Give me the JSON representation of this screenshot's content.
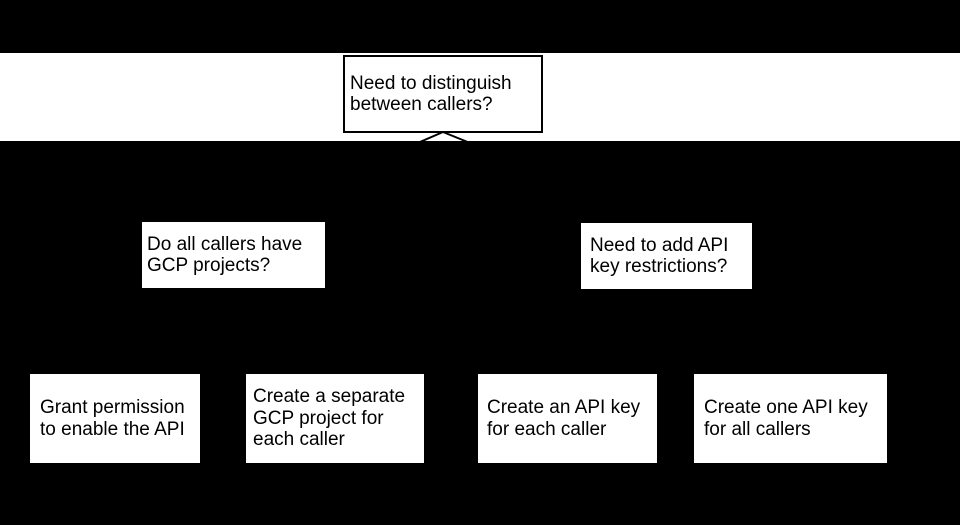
{
  "colors": {
    "background": "#000000",
    "band": "#ffffff",
    "node_fill": "#ffffff",
    "node_border": "#000000",
    "text": "#000000"
  },
  "flowchart": {
    "root": {
      "lines": [
        "Need to distinguish",
        "between callers?"
      ]
    },
    "branches": [
      {
        "lines": [
          "Do all callers have",
          "GCP projects?"
        ]
      },
      {
        "lines": [
          "Need to add API",
          "key restrictions?"
        ]
      }
    ],
    "outcomes": [
      {
        "lines": [
          "Grant permission",
          "to enable the API"
        ]
      },
      {
        "lines": [
          "Create a separate",
          "GCP project for",
          "each caller"
        ]
      },
      {
        "lines": [
          "Create an API key",
          "for each caller"
        ]
      },
      {
        "lines": [
          "Create one API key",
          "for all callers"
        ]
      }
    ]
  }
}
